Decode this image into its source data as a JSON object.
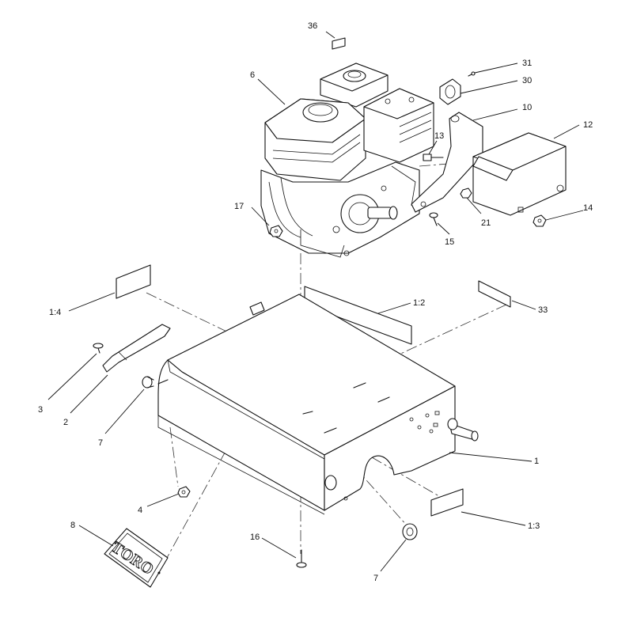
{
  "callouts": {
    "c36": "36",
    "c6": "6",
    "c31": "31",
    "c30": "30",
    "c10": "10",
    "c12": "12",
    "c13": "13",
    "c17": "17",
    "c21": "21",
    "c14": "14",
    "c15": "15",
    "c1_4": "1:4",
    "c1_2": "1:2",
    "c33": "33",
    "c3": "3",
    "c2": "2",
    "c7a": "7",
    "c1": "1",
    "c4": "4",
    "c8": "8",
    "c16": "16",
    "c7b": "7",
    "c1_3": "1:3"
  },
  "logo": {
    "text": "TORO"
  }
}
